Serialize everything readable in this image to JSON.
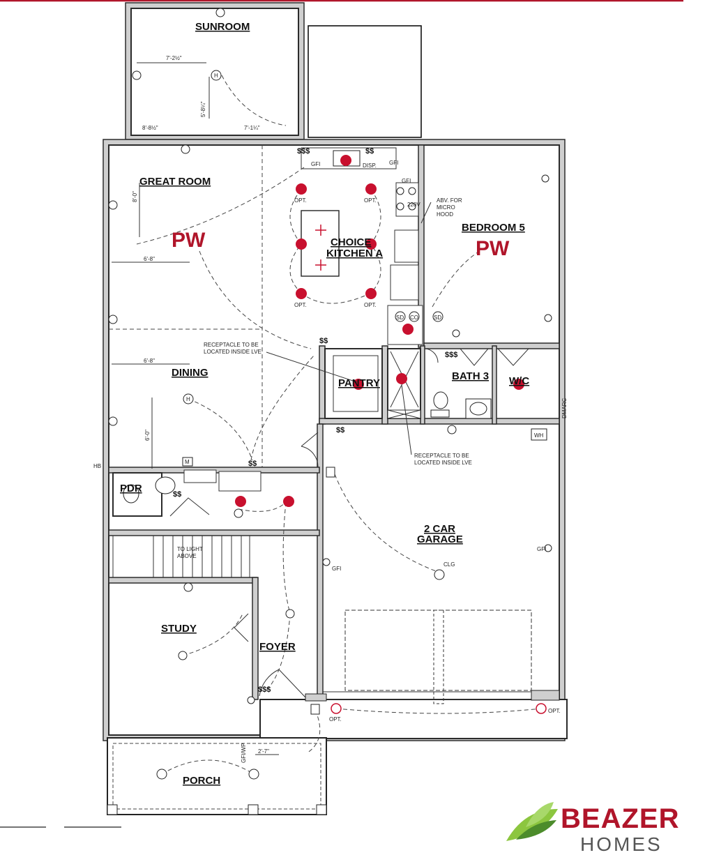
{
  "rooms": {
    "sunroom": "SUNROOM",
    "great_room": "GREAT ROOM",
    "kitchen_line1": "CHOICE",
    "kitchen_line2": "KITCHEN A",
    "bedroom": "BEDROOM 5",
    "dining": "DINING",
    "pantry": "PANTRY",
    "bath": "BATH 3",
    "wic": "W/C",
    "pdr": "PDR",
    "garage_line1": "2 CAR",
    "garage_line2": "GARAGE",
    "study": "STUDY",
    "foyer": "FOYER",
    "porch": "PORCH"
  },
  "marks": {
    "pw_great_room": "PW",
    "pw_bedroom": "PW"
  },
  "notes": {
    "receptacle_1_line1": "RECEPTACLE TO BE",
    "receptacle_1_line2": "LOCATED INSIDE LVE",
    "receptacle_2_line1": "RECEPTACLE TO BE",
    "receptacle_2_line2": "LOCATED INSIDE LVE",
    "micro_line1": "ABV. FOR",
    "micro_line2": "MICRO",
    "micro_line3": "HOOD",
    "to_light_line1": "TO LIGHT",
    "to_light_line2": "ABOVE"
  },
  "labels": {
    "opt": "OPT.",
    "gfi": "GFI",
    "disp": "DISP.",
    "clg": "CLG",
    "wh": "WH",
    "sd": "SD",
    "co": "CO",
    "m": "M",
    "h": "H",
    "hb": "HB",
    "v220": "220V",
    "dmarc": "DMARC",
    "gfiwp": "GFI/WP",
    "ss": "$$",
    "sss": "$$$"
  },
  "dimensions": {
    "sunroom_w": "7'-2½\"",
    "sunroom_h": "5'-8¼\"",
    "sunroom_b": "7'-1¼\"",
    "sunroom_c": "8'-8½\"",
    "great_v": "8'-0\"",
    "great_h": "6'-8\"",
    "dining_h": "6'-8\"",
    "dining_v": "6'-0\"",
    "porch_w": "2'-7\""
  },
  "brand": {
    "name": "BEAZER",
    "sub": "HOMES",
    "accent": "#b0152a",
    "leaf_dark": "#4c8c2b",
    "leaf_light": "#8cc63f"
  },
  "colors": {
    "outlet_dot": "#c8102e",
    "header_rule": "#b0152a"
  }
}
